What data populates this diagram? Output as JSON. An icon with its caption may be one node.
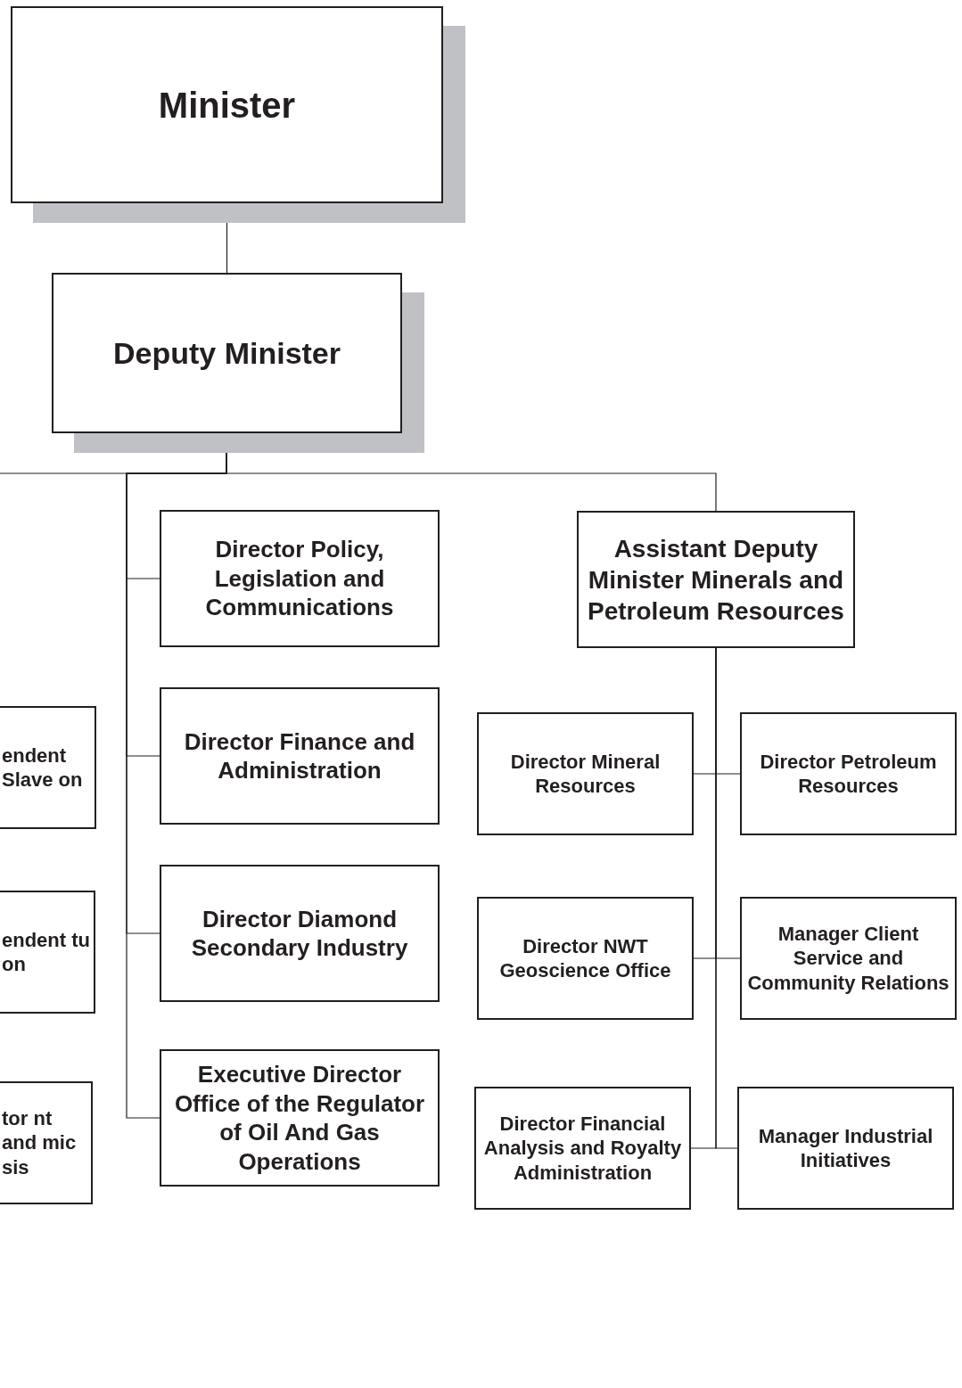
{
  "diagram": {
    "nodes": [
      {
        "text": [
          "Minister"
        ]
      },
      {
        "text": [
          "Deputy Minister"
        ]
      },
      {
        "text": [
          "Director Policy, Legislation and Communications"
        ]
      },
      {
        "text": [
          "Director Finance and Administration"
        ]
      },
      {
        "text": [
          "Director Diamond Secondary Industry"
        ]
      },
      {
        "text": [
          "Executive Director Office of the Regulator of Oil And Gas Operations"
        ]
      },
      {
        "text": [
          "Assistant Deputy Minister Minerals and Petroleum Resources"
        ]
      },
      {
        "text": [
          "Director Mineral Resources"
        ]
      },
      {
        "text": [
          "Director Petroleum Resources"
        ]
      },
      {
        "text": [
          "Director NWT Geoscience Office"
        ]
      },
      {
        "text": [
          "Manager Client Service and Community Relations"
        ]
      },
      {
        "text": [
          "Director Financial Analysis and Royalty Administration"
        ]
      },
      {
        "text": [
          "Manager Industrial Initiatives"
        ]
      },
      {
        "text": [
          "endent Slave on"
        ]
      },
      {
        "text": [
          "endent tu on"
        ]
      },
      {
        "text": [
          "tor nt and mic sis"
        ]
      }
    ],
    "edges": [
      {
        "from": 0,
        "to": 1,
        "arrow": "none"
      },
      {
        "from": 1,
        "to": null,
        "arrow": "none"
      },
      {
        "from": 1,
        "to": 2,
        "arrow": "none"
      },
      {
        "from": 1,
        "to": 3,
        "arrow": "none"
      },
      {
        "from": 1,
        "to": 4,
        "arrow": "none"
      },
      {
        "from": 1,
        "to": 5,
        "arrow": "none"
      },
      {
        "from": 1,
        "to": 6,
        "arrow": "none"
      },
      {
        "from": 6,
        "to": 7,
        "arrow": "none"
      },
      {
        "from": 6,
        "to": 8,
        "arrow": "none"
      },
      {
        "from": 6,
        "to": 9,
        "arrow": "none"
      },
      {
        "from": 6,
        "to": 10,
        "arrow": "none"
      },
      {
        "from": 6,
        "to": 11,
        "arrow": "none"
      },
      {
        "from": 6,
        "to": 12,
        "arrow": "none"
      }
    ]
  }
}
